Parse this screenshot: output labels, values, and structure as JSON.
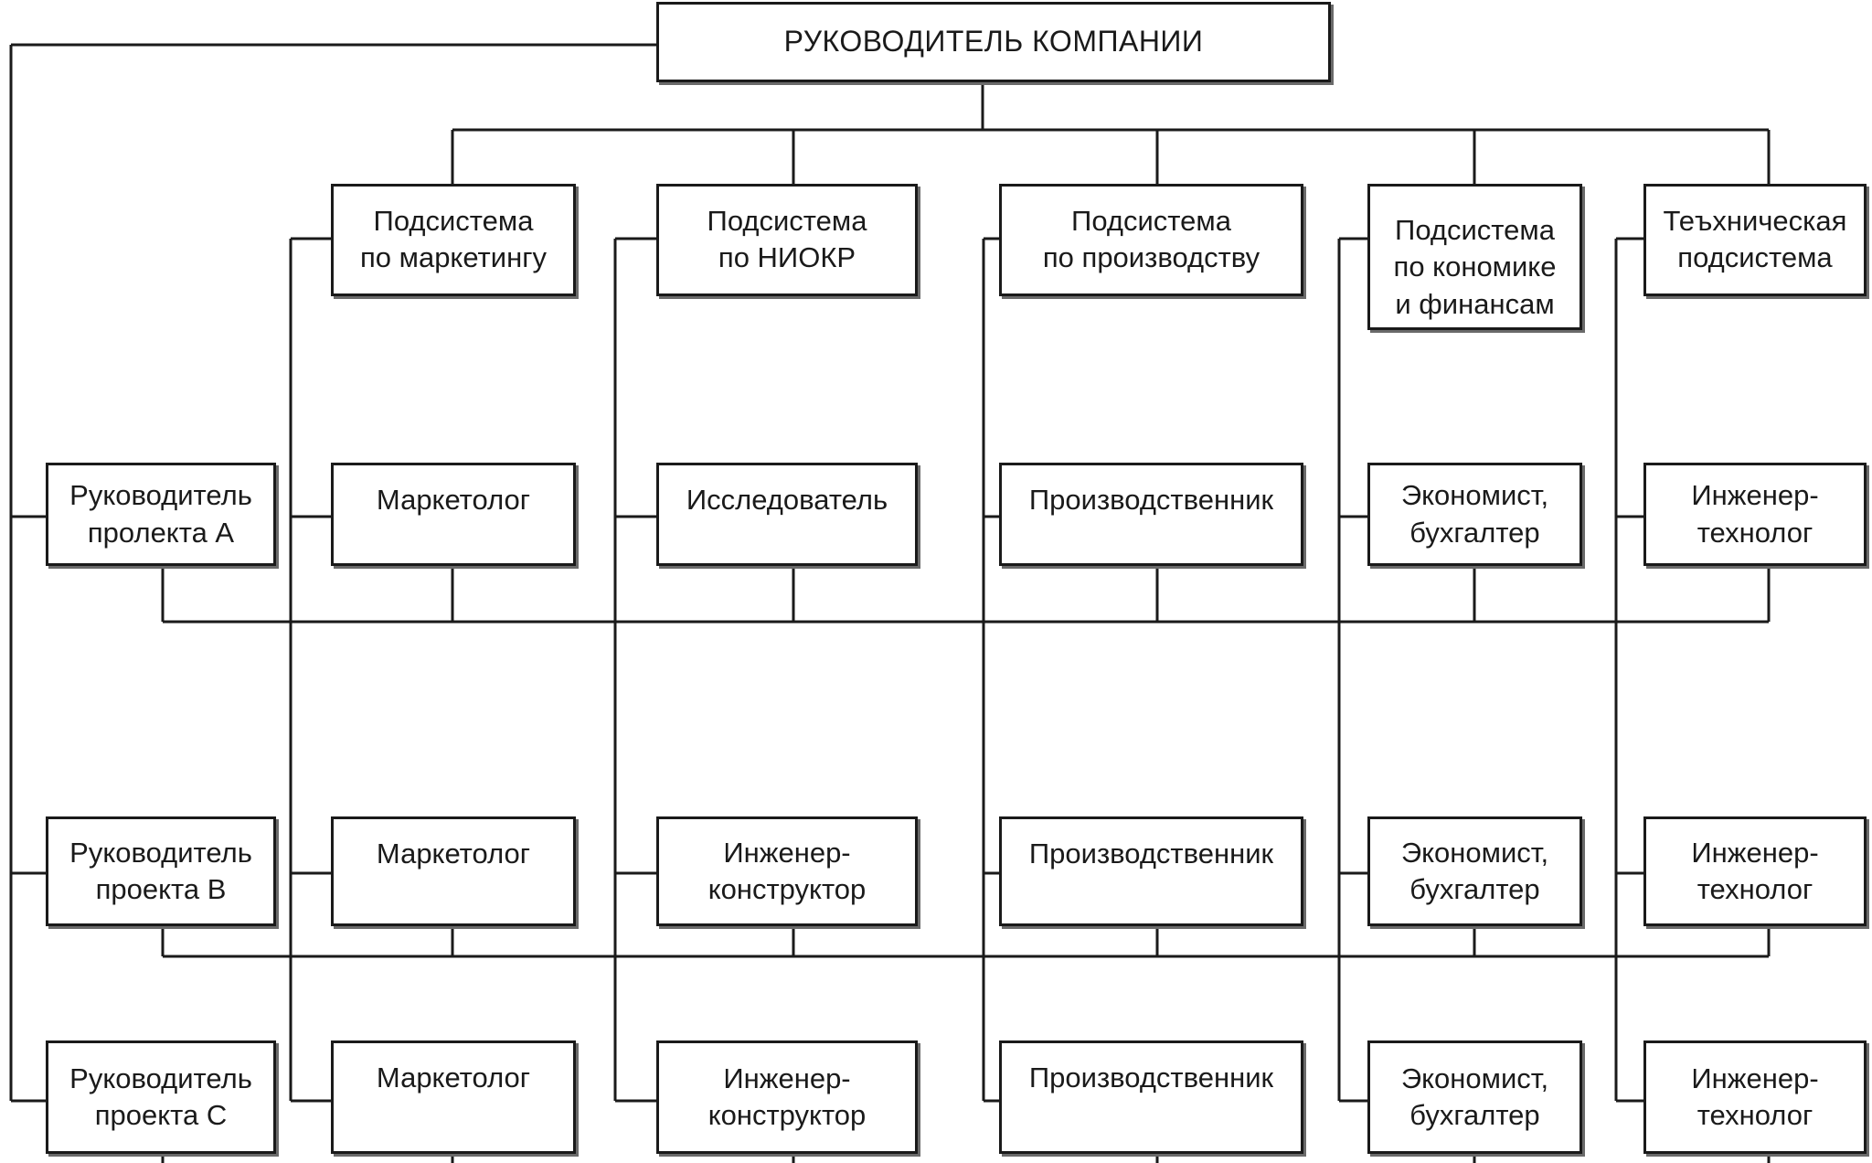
{
  "head": {
    "label": "РУКОВОДИТЕЛЬ КОМПАНИИ"
  },
  "subsystems": [
    "Подсистема\nпо маркетингу",
    "Подсистема\nпо НИОКР",
    "Подсистема\nпо производству",
    "Подсистема\nпо кономике\nи финансам",
    "Теъхническая\nподсистема"
  ],
  "managers": [
    "Руководитель\nпролекта А",
    "Руководитель\nпроекта В",
    "Руководитель\nпроекта С"
  ],
  "specialists": [
    [
      "Маркетолог",
      "Исследователь",
      "Производственник",
      "Экономист,\nбухгалтер",
      "Инженер-\nтехнолог"
    ],
    [
      "Маркетолог",
      "Инженер-\nконструктор",
      "Производственник",
      "Экономист,\nбухгалтер",
      "Инженер-\nтехнолог"
    ],
    [
      "Маркетолог",
      "Инженер-\nконструктор",
      "Производственник",
      "Экономист,\nбухгалтер",
      "Инженер-\nтехнолог"
    ]
  ]
}
